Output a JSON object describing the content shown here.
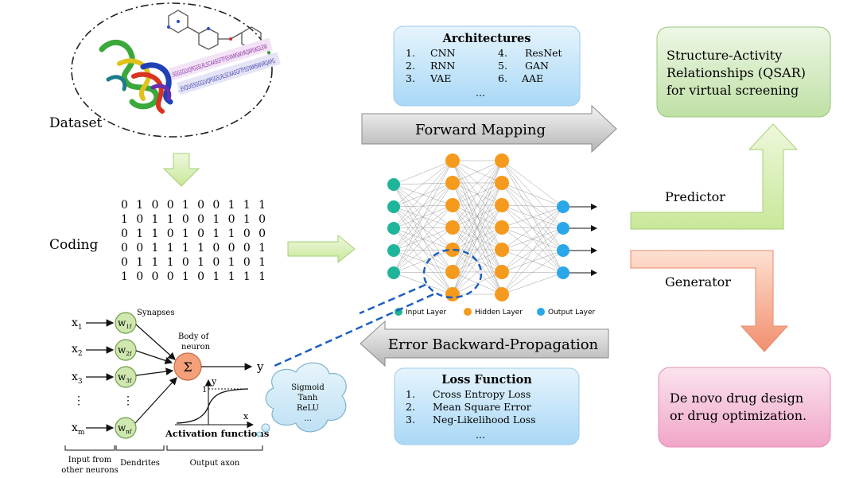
{
  "dataset": {
    "label": "Dataset",
    "sequence_line1": "...SGGGGLVQPGGSLRLSCAASGFTFSSYAMSWVRQAPGKGLEW",
    "sequence_line2": "...EVQLVESGGGLVQPGGSLRLSCAASGFTFSSYAMSWVRQAPG"
  },
  "coding": {
    "label": "Coding",
    "matrix": [
      "0 1 0 0 1 0 0 1 1 1",
      "1 0 1 1 0 0 1 0 1 0",
      "0 1 1 0 1 0 1 1 0 0",
      "0 0 1 1 1 1 0 0 0 1",
      "0 1 1 1 0 1 0 1 0 1",
      "1 0 0 0 1 0 1 1 1 1"
    ]
  },
  "architectures": {
    "title": "Architectures",
    "items": [
      {
        "num": "1.",
        "name": "CNN"
      },
      {
        "num": "2.",
        "name": "RNN"
      },
      {
        "num": "3.",
        "name": "VAE"
      },
      {
        "num": "4.",
        "name": "ResNet"
      },
      {
        "num": "5.",
        "name": "GAN"
      },
      {
        "num": "6.",
        "name": "AAE"
      }
    ],
    "more": "..."
  },
  "forward_mapping": "Forward Mapping",
  "backward": "Error Backward-Propagation",
  "loss": {
    "title": "Loss Function",
    "items": [
      {
        "num": "1.",
        "name": "Cross Entropy Loss"
      },
      {
        "num": "2.",
        "name": "Mean Square Error"
      },
      {
        "num": "3.",
        "name": "Neg-Likelihood Loss"
      }
    ],
    "more": "..."
  },
  "network_legend": {
    "input": "Input Layer",
    "hidden": "Hidden Layer",
    "output": "Output Layer"
  },
  "qsar": "Structure-Activity Relationships (QSAR) for virtual screening",
  "qsar_lines": [
    "Structure-Activity",
    "Relationships (QSAR)",
    "for virtual screening"
  ],
  "predictor": "Predictor",
  "generator": "Generator",
  "denovo_lines": [
    "De novo drug design",
    "or drug optimization."
  ],
  "neuron": {
    "x1": "x",
    "x1_sub": "1",
    "x2": "x",
    "x2_sub": "2",
    "x3": "x",
    "x3_sub": "3",
    "dots": "⋮",
    "xm": "x",
    "xm_sub": "m",
    "w1": "w",
    "w1_sub": "1f",
    "w2": "w",
    "w2_sub": "2f",
    "w3": "w",
    "w3_sub": "3f",
    "wn": "w",
    "wn_sub": "nf",
    "synapses": "Synapses",
    "body_line1": "Body of",
    "body_line2": "neuron",
    "sigma": "Σ",
    "output_y": "y",
    "graph_y": "y",
    "graph_one": "1",
    "graph_x": "x",
    "activation": "Activation functions",
    "input_line1": "Input from",
    "input_line2": "other neurons",
    "dendrites": "Dendrites",
    "axon": "Output axon"
  },
  "cloud": {
    "items": [
      "Sigmoid",
      "Tanh",
      "ReLU",
      "..."
    ]
  },
  "colors": {
    "input_node": "#1fb59a",
    "hidden_node": "#f59a1c",
    "output_node": "#2aa7e8",
    "arrow_green": "#d6efb0",
    "arrow_red": "#f8a98d",
    "box_blue": "#cfe9fb",
    "box_green": "#d5ecc7",
    "box_pink": "#f7c5dc",
    "dashed_blue": "#1d5fbf"
  }
}
